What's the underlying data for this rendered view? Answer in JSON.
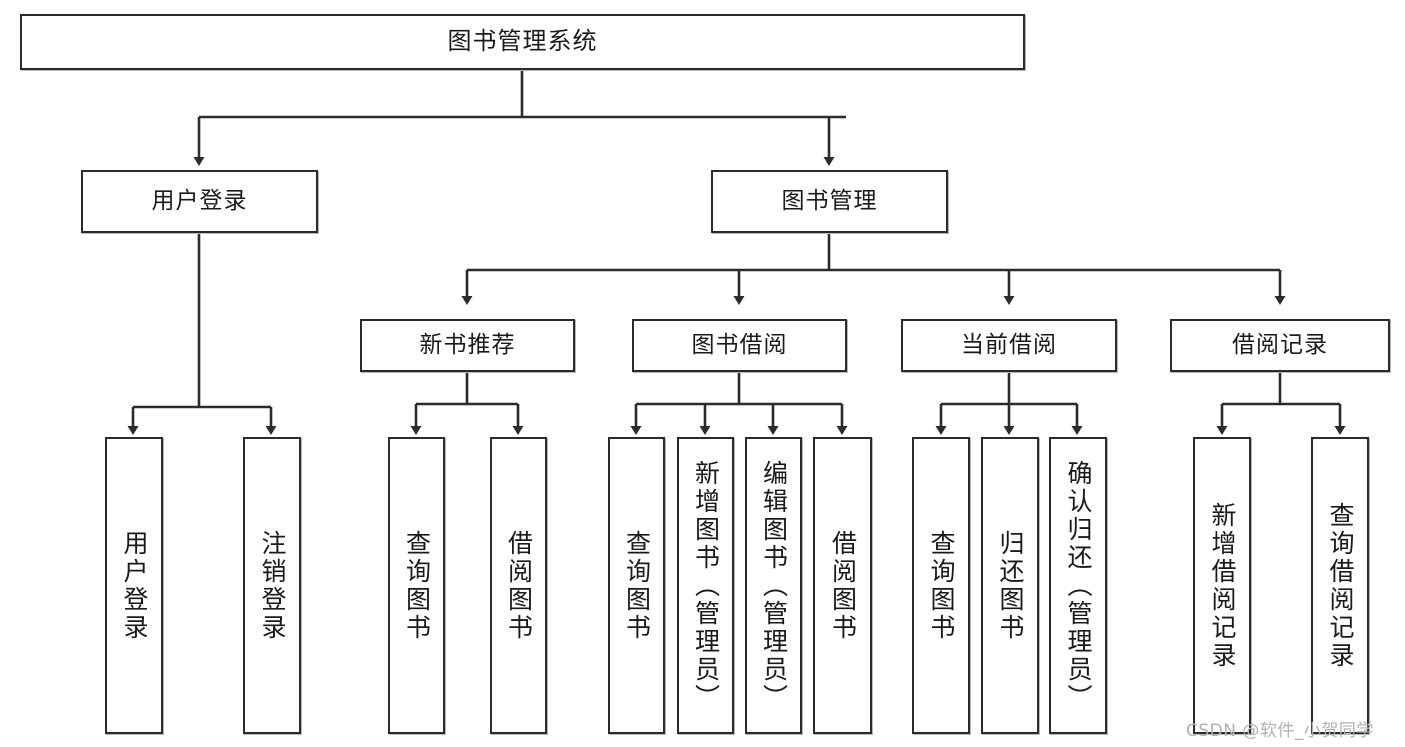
{
  "diagram": {
    "title": "图书管理系统",
    "type": "hierarchy-tree",
    "levels": 4
  },
  "root": {
    "label": "图书管理系统"
  },
  "level2": [
    {
      "label": "用户登录"
    },
    {
      "label": "图书管理"
    }
  ],
  "level3": [
    {
      "label": "新书推荐"
    },
    {
      "label": "图书借阅"
    },
    {
      "label": "当前借阅"
    },
    {
      "label": "借阅记录"
    }
  ],
  "leaves": {
    "user_login": [
      {
        "label": "用户登录"
      },
      {
        "label": "注销登录"
      }
    ],
    "new_book_recommend": [
      {
        "label": "查询图书"
      },
      {
        "label": "借阅图书"
      }
    ],
    "book_borrow": [
      {
        "label": "查询图书"
      },
      {
        "label": "新增图书（管理员）"
      },
      {
        "label": "编辑图书（管理员）"
      },
      {
        "label": "借阅图书"
      }
    ],
    "current_borrow": [
      {
        "label": "查询图书"
      },
      {
        "label": "归还图书"
      },
      {
        "label": "确认归还（管理员）"
      }
    ],
    "borrow_record": [
      {
        "label": "新增借阅记录"
      },
      {
        "label": "查询借阅记录"
      }
    ]
  },
  "watermark": {
    "text": "CSDN @软件_小贺同学"
  },
  "colors": {
    "box_border": "#2b2b2b",
    "box_fill": "#ffffff",
    "text": "#1a1a1a",
    "connector": "#2b2b2b",
    "watermark": "#b0b0b0",
    "background": "#ffffff"
  }
}
